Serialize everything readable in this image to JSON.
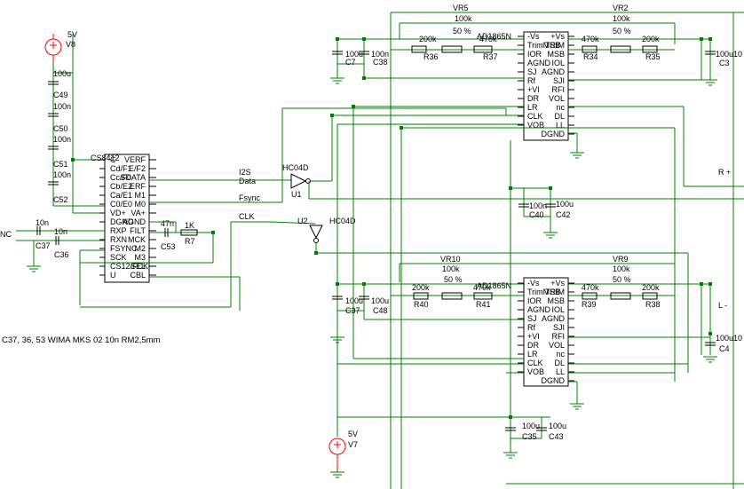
{
  "colors": {
    "wire": "#008000",
    "component": "#000000",
    "source": "#ff0000",
    "background": "#ffffff"
  },
  "chips": {
    "cs8412": {
      "name": "CS8412",
      "left_pins": [
        "C",
        "Cd/F1",
        "Cc/F0",
        "Cb/E2",
        "Ca/E1",
        "C0/E0",
        "VD+",
        "DGND",
        "RXP",
        "RXN",
        "FSYNC",
        "SCK",
        "CS12/FCK",
        "U"
      ],
      "right_pins": [
        "VERF",
        "E/F2",
        "SDATA",
        "ERF",
        "M1",
        "M0",
        "VA+",
        "AGND",
        "FILT",
        "MCK",
        "M2",
        "M3",
        "SEL",
        "CBL"
      ]
    },
    "dac_top": {
      "name": "AD1865N",
      "left_pins": [
        "-Vs",
        "TrimMSB",
        "IOR",
        "AGND",
        "SJ",
        "Rf",
        "+VI",
        "DR",
        "LR",
        "CLK",
        "VOB"
      ],
      "right_pins": [
        "+Vs",
        "TRIM",
        "MSB",
        "IOL",
        "AGND",
        "SJI",
        "RFI",
        "VOL",
        "nc",
        "DL",
        "LL",
        "DGND"
      ]
    },
    "dac_bottom": {
      "name": "AD1865N",
      "left_pins": [
        "-Vs",
        "TrimMSB",
        "IOR",
        "AGND",
        "SJ",
        "Rf",
        "+VI",
        "DR",
        "LR",
        "CLK",
        "VOB"
      ],
      "right_pins": [
        "+Vs",
        "TRIM",
        "MSB",
        "IOL",
        "AGND",
        "SJI",
        "RFI",
        "VOL",
        "nc",
        "DL",
        "LL",
        "DGND"
      ]
    }
  },
  "sources": {
    "v8": {
      "value": "5V",
      "ref": "V8"
    },
    "v7": {
      "value": "5V",
      "ref": "V7"
    }
  },
  "bypass_caps": [
    {
      "value": "100u",
      "ref": "C49"
    },
    {
      "value": "100n",
      "ref": "C50"
    },
    {
      "value": "100n",
      "ref": "C51"
    },
    {
      "value": "100n",
      "ref": "C52"
    }
  ],
  "input_caps": {
    "c37": {
      "value": "10n",
      "ref": "C37"
    },
    "c36": {
      "value": "10n",
      "ref": "C36"
    }
  },
  "nc_label": "NC",
  "filter": {
    "c53": {
      "value": "47n",
      "ref": "C53"
    },
    "r7": {
      "value": "1K",
      "ref": "R7"
    }
  },
  "gates": {
    "u1": {
      "type": "HC04D",
      "ref": "U1"
    },
    "u2": {
      "type": "HC04D",
      "ref": "U2"
    }
  },
  "nets": {
    "i2s": "I2S",
    "data": "Data",
    "fsync": "Fsync",
    "clk": "CLK",
    "r_plus": "R +",
    "l_minus": "L -"
  },
  "top_section": {
    "vr5": {
      "ref": "VR5",
      "value": "100k",
      "percent": "50 %"
    },
    "vr2": {
      "ref": "VR2",
      "value": "100k",
      "percent": "50 %"
    },
    "r36": {
      "value": "200k",
      "ref": "R36"
    },
    "r37": {
      "value": "470k",
      "ref": "R37"
    },
    "r34": {
      "value": "470k",
      "ref": "R34"
    },
    "r35": {
      "value": "200k",
      "ref": "R35"
    },
    "c7": {
      "value": "100u",
      "ref": "C7"
    },
    "c38": {
      "value": "100n",
      "ref": "C38"
    },
    "c40": {
      "value": "100n",
      "ref": "C40"
    },
    "c42": {
      "value": "100u",
      "ref": "C42"
    },
    "c3_value": "100u",
    "c3_ref": "C3",
    "c3_extra": "10"
  },
  "bottom_section": {
    "vr10": {
      "ref": "VR10",
      "value": "100k",
      "percent": "50 %"
    },
    "vr9": {
      "ref": "VR9",
      "value": "100k",
      "percent": "50 %"
    },
    "r40": {
      "value": "200k",
      "ref": "R40"
    },
    "r41": {
      "value": "470k",
      "ref": "R41"
    },
    "r39": {
      "value": "470k",
      "ref": "R39"
    },
    "r38": {
      "value": "200k",
      "ref": "R38"
    },
    "c37": {
      "value": "100u",
      "ref": "C37"
    },
    "c48": {
      "value": "100u",
      "ref": "C48"
    },
    "c35": {
      "value": "100u",
      "ref": "C35"
    },
    "c43": {
      "value": "100u",
      "ref": "C43"
    },
    "c4_value": "100u",
    "c4_extra": "10",
    "c4_ref": "C4"
  },
  "note": "C37, 36, 53 WIMA MKS 02 10n RM2,5mm"
}
